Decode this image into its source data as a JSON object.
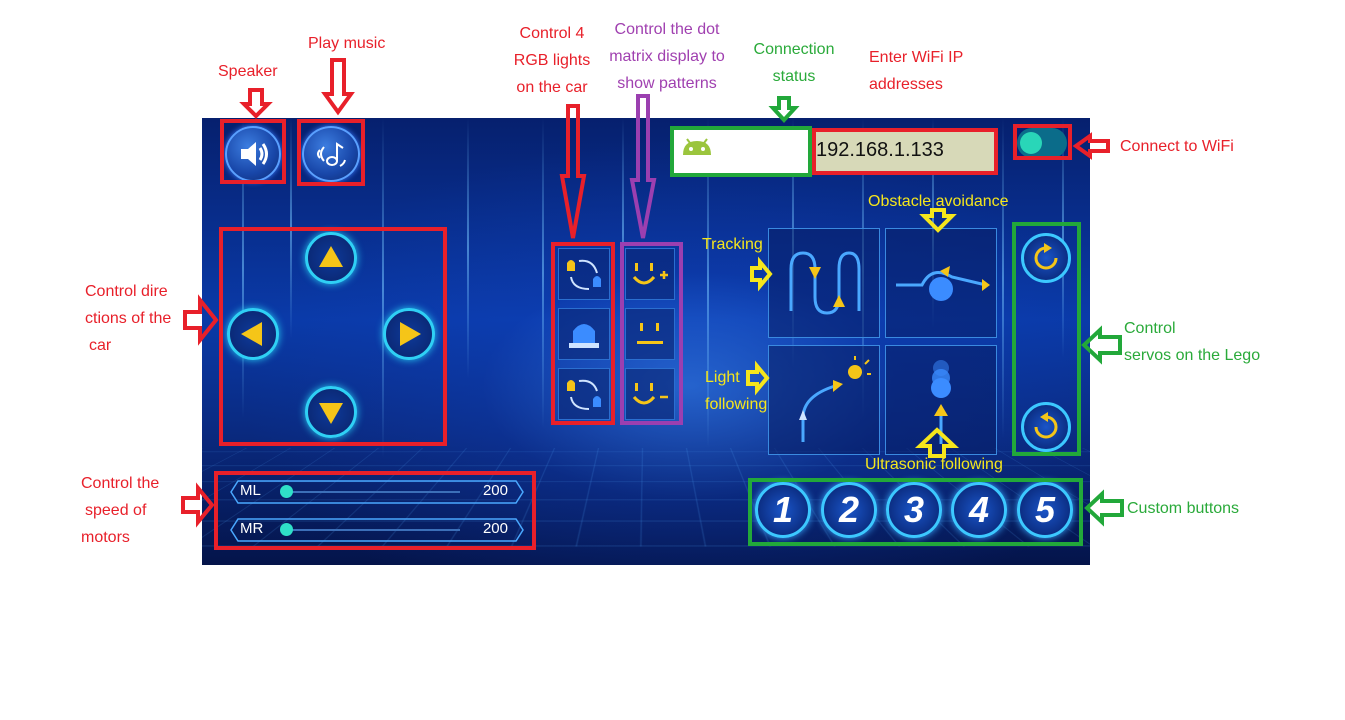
{
  "annotations": {
    "speaker": "Speaker",
    "play_music": "Play music",
    "rgb_line1": "Control 4",
    "rgb_line2": "RGB lights",
    "rgb_line3": "on the car",
    "dot_line1": "Control the dot",
    "dot_line2": "matrix display to",
    "dot_line3": "show patterns",
    "conn_line1": "Connection",
    "conn_line2": "status",
    "ip_line1": "Enter WiFi IP",
    "ip_line2": "addresses",
    "connect_wifi": "Connect to WiFi",
    "dir_line1": "Control  dire",
    "dir_line2": "ctions of the",
    "dir_line3": "car",
    "servo_line1": "Control",
    "servo_line2": "servos on the Lego",
    "speed_line1": "Control the",
    "speed_line2": "speed of",
    "speed_line3": "motors",
    "custom_buttons": "Custom buttons",
    "tracking": "Tracking",
    "obstacle": "Obstacle avoidance",
    "light_line1": "Light",
    "light_line2": "following",
    "ultrasonic": "Ultrasonic following"
  },
  "app": {
    "ip_address": "192.168.1.133",
    "wifi_connected": false,
    "sliders": [
      {
        "label": "ML",
        "value": 200,
        "fraction": 0.0
      },
      {
        "label": "MR",
        "value": 200,
        "fraction": 0.0
      }
    ],
    "custom_buttons": [
      "1",
      "2",
      "3",
      "4",
      "5"
    ],
    "colors": {
      "annotation_red": "#e8202a",
      "annotation_green": "#22a83a",
      "annotation_purple": "#9b3fb0",
      "annotation_yellow": "#f5e61c",
      "accent_cyan": "#2fd0f5",
      "icon_yellow": "#f5c518"
    },
    "icons": [
      "speaker-icon",
      "music-note-icon",
      "android-icon",
      "arrow-up-icon",
      "arrow-left-icon",
      "arrow-right-icon",
      "arrow-down-icon",
      "rgb-cycle-icon",
      "rgb-lamp-icon",
      "rgb-cycle-reverse-icon",
      "smile-plus-icon",
      "neutral-face-icon",
      "smile-minus-icon",
      "tracking-icon",
      "obstacle-avoidance-icon",
      "light-following-icon",
      "ultrasonic-following-icon",
      "rotate-cw-icon",
      "rotate-ccw-icon"
    ]
  }
}
